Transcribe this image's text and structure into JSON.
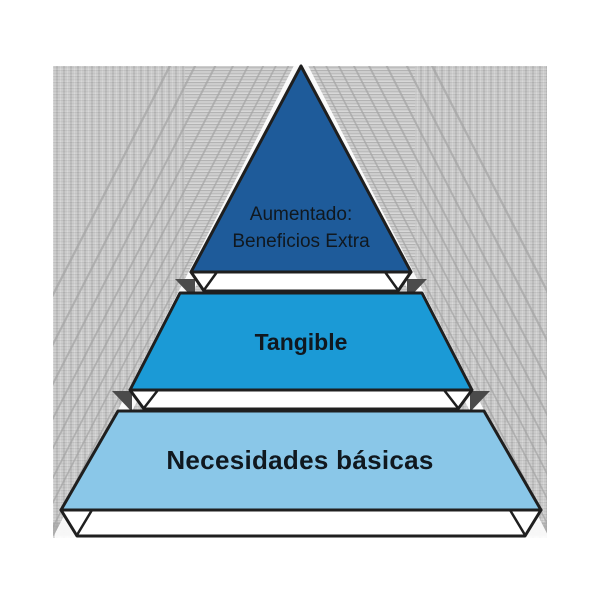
{
  "diagram": {
    "type": "pyramid-3d",
    "levels": [
      {
        "name": "aumentado",
        "label_line1": "Aumentado:",
        "label_line2": "Beneficios Extra",
        "color": "#1e5b9a"
      },
      {
        "name": "tangible",
        "label": "Tangible",
        "color": "#1b9ad6"
      },
      {
        "name": "necesidades-basicas",
        "label": "Necesidades básicas",
        "color": "#8ac7e8"
      }
    ],
    "text_color": "#10181f",
    "outline_color": "#1f1f1f",
    "slab_color": "#ffffff",
    "notch_color": "#4b4b4b",
    "background": {
      "canvas_color": "#ffffff",
      "smear_stripe_color": "#c9c9c9",
      "echo_line_color": "#a6a6a6"
    }
  }
}
